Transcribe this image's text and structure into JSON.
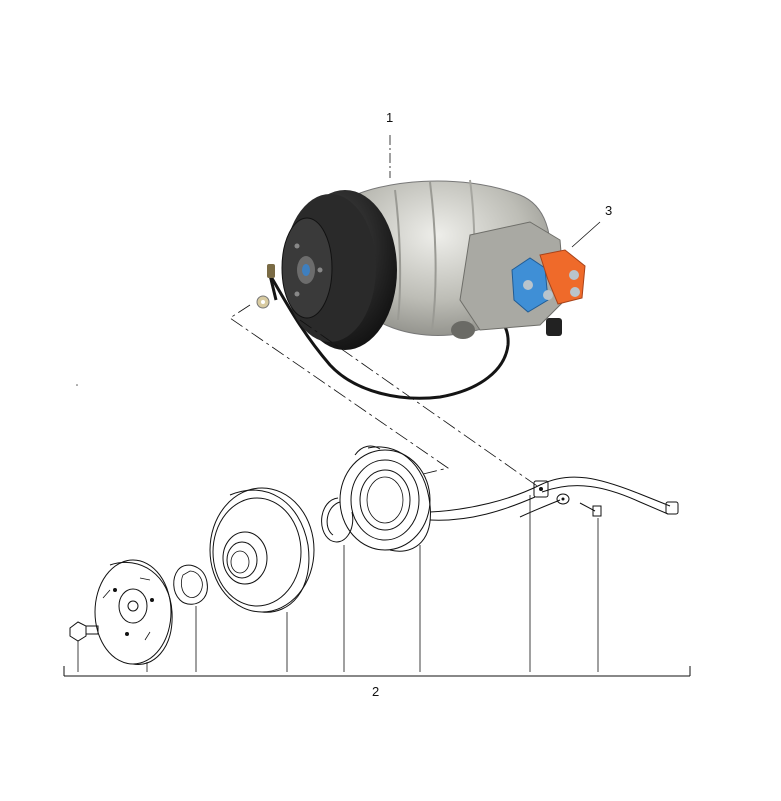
{
  "callouts": {
    "compressor": "1",
    "clutch_kit": "2",
    "connector": "3"
  },
  "colors": {
    "line": "#111111",
    "compressor_body": "#c9c9c4",
    "pulley": "#1e1e1e",
    "port_blue": "#3f8fd6",
    "port_orange": "#ef6a2a",
    "wire": "#141414"
  }
}
